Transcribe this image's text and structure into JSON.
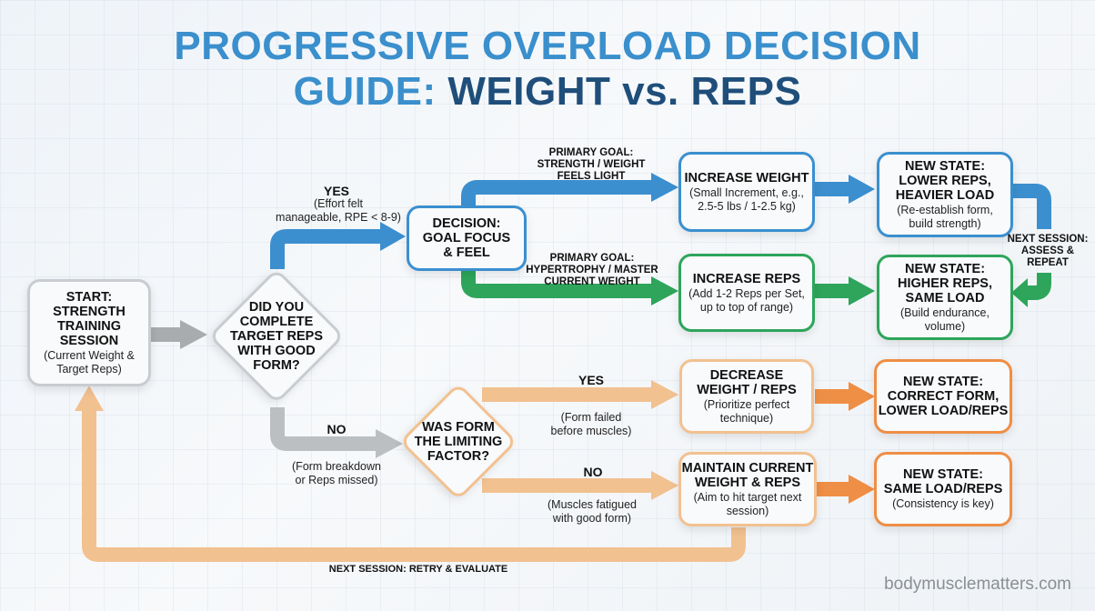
{
  "title": {
    "line1": "PROGRESSIVE OVERLOAD DECISION",
    "line2_light": "GUIDE: ",
    "line2_dark": "WEIGHT vs. REPS"
  },
  "colors": {
    "title_light": "#3a8fcc",
    "title_dark": "#1f4e7a",
    "blue": "#3b8fcf",
    "green": "#2ea55b",
    "gray": "#b9bcbf",
    "peach": "#f2c190",
    "orange": "#ef8e45"
  },
  "nodes": {
    "start": {
      "title": "START:\nSTRENGTH\nTRAINING\nSESSION",
      "sub": "(Current Weight &\nTarget Reps)"
    },
    "q_complete": {
      "title": "DID YOU\nCOMPLETE\nTARGET REPS\nWITH GOOD\nFORM?"
    },
    "decision": {
      "title": "DECISION:\nGOAL FOCUS\n& FEEL"
    },
    "increase_weight": {
      "title": "INCREASE WEIGHT",
      "sub": "(Small Increment, e.g.,\n2.5-5 lbs / 1-2.5 kg)"
    },
    "increase_reps": {
      "title": "INCREASE REPS",
      "sub": "(Add 1-2 Reps per Set,\nup to top of range)"
    },
    "state_heavier": {
      "title": "NEW STATE:\nLOWER REPS,\nHEAVIER LOAD",
      "sub": "(Re-establish form,\nbuild strength)"
    },
    "state_higher_reps": {
      "title": "NEW STATE:\nHIGHER REPS,\nSAME LOAD",
      "sub": "(Build endurance,\nvolume)"
    },
    "q_form": {
      "title": "WAS FORM\nTHE LIMITING\nFACTOR?"
    },
    "decrease": {
      "title": "DECREASE\nWEIGHT / REPS",
      "sub": "(Prioritize perfect\ntechnique)"
    },
    "maintain": {
      "title": "MAINTAIN CURRENT\nWEIGHT & REPS",
      "sub": "(Aim to hit target next\nsession)"
    },
    "state_correct_form": {
      "title": "NEW STATE:\nCORRECT FORM,\nLOWER LOAD/REPS"
    },
    "state_same": {
      "title": "NEW STATE:\nSAME LOAD/REPS",
      "sub": "(Consistency is key)"
    }
  },
  "edges": {
    "yes_label": "YES",
    "yes_note": "(Effort felt\nmanageable, RPE < 8-9)",
    "no_label": "NO",
    "no_note": "(Form breakdown\nor Reps missed)",
    "goal_strength": "PRIMARY GOAL:\nSTRENGTH / WEIGHT\nFEELS LIGHT",
    "goal_hypertrophy": "PRIMARY GOAL:\nHYPERTROPHY / MASTER\nCURRENT WEIGHT",
    "next_session_assess": "NEXT SESSION:\nASSESS &\nREPEAT",
    "form_yes_label": "YES",
    "form_yes_note": "(Form failed\nbefore muscles)",
    "form_no_label": "NO",
    "form_no_note": "(Muscles fatigued\nwith good form)",
    "retry": "NEXT SESSION: RETRY & EVALUATE"
  },
  "watermark": "bodymusclematters.com"
}
